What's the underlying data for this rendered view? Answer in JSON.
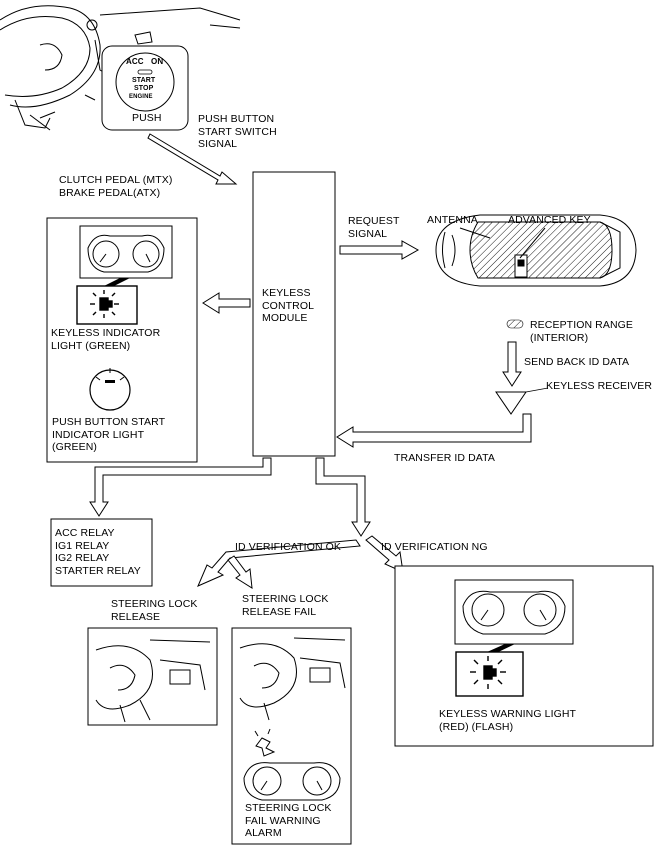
{
  "push_switch": {
    "acc": "ACC",
    "on": "ON",
    "start": "START",
    "stop": "STOP",
    "engine": "ENGINE",
    "push": "PUSH"
  },
  "labels": {
    "push_button_signal": "PUSH BUTTON\nSTART SWITCH\nSIGNAL",
    "pedal": "CLUTCH PEDAL (MTX)\nBRAKE PEDAL(ATX)",
    "module": "KEYLESS\nCONTROL\nMODULE",
    "request_signal": "REQUEST\nSIGNAL",
    "antenna": "ANTENNA",
    "advanced_key": "ADVANCED KEY",
    "reception_range": "RECEPTION RANGE\n(INTERIOR)",
    "send_back": "SEND BACK ID DATA",
    "keyless_receiver": "KEYLESS RECEIVER",
    "transfer_id": "TRANSFER ID DATA",
    "indicator_light": "KEYLESS INDICATOR\nLIGHT (GREEN)",
    "push_start_indicator": "PUSH BUTTON START\nINDICATOR LIGHT\n(GREEN)",
    "relays": "ACC RELAY\nIG1 RELAY\nIG2 RELAY\nSTARTER RELAY",
    "id_ok": "ID VERIFICATION OK",
    "id_ng": "ID VERIFICATION NG",
    "lock_release": "STEERING LOCK\nRELEASE",
    "lock_release_fail": "STEERING LOCK\nRELEASE FAIL",
    "warning_light": "KEYLESS WARNING LIGHT\n(RED) (FLASH)",
    "fail_alarm": "STEERING LOCK\nFAIL WARNING\nALARM"
  }
}
